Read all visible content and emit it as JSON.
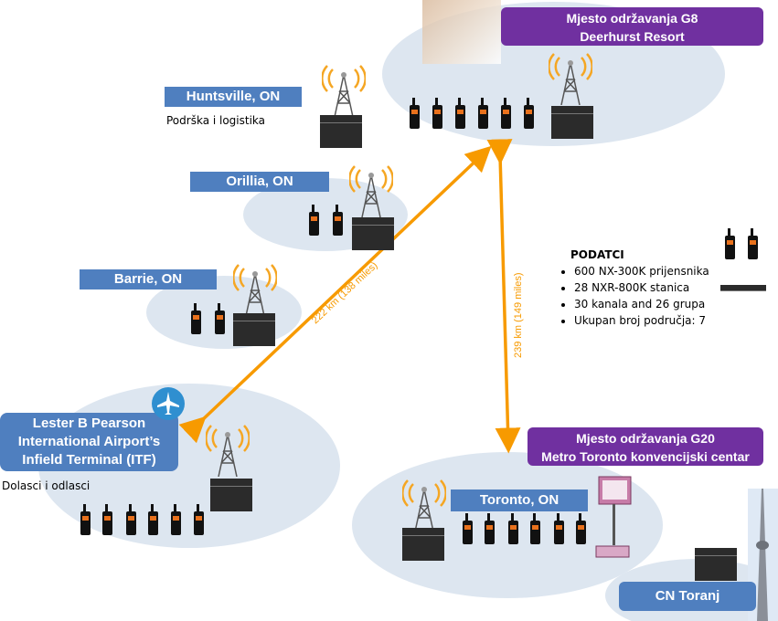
{
  "sites": {
    "g8": {
      "line1": "Mjesto održavanja G8",
      "line2": "Deerhurst Resort"
    },
    "g20": {
      "line1": "Mjesto održavanja G20",
      "line2": "Metro Toronto konvencijski centar"
    },
    "huntsville": {
      "label": "Huntsville, ON",
      "note": "Podrška i logistika"
    },
    "orillia": {
      "label": "Orillia, ON"
    },
    "barrie": {
      "label": "Barrie, ON"
    },
    "pearson": {
      "line1": "Lester B Pearson",
      "line2": "International Airport’s",
      "line3": "Infield Terminal (ITF)",
      "note": "Dolasci i odlasci"
    },
    "toronto": {
      "label": "Toronto, ON"
    },
    "cn": {
      "label": "CN Toranj"
    }
  },
  "links": {
    "diagonal": "222 km (138 miles)",
    "vertical": "239 km (149 miles)"
  },
  "data_panel": {
    "title": "PODATCI",
    "items": [
      "600 NX-300K prijensnika",
      "28 NXR-800K stanica",
      "30 kanala and 26 grupa",
      "Ukupan broj područja: 7"
    ]
  },
  "colors": {
    "site_label": "#4f7fbf",
    "venue_label": "#7030a0",
    "link": "#f79a00",
    "zone": "#dde6f0"
  },
  "icons": [
    "radio-tower-icon",
    "handheld-radio-icon",
    "repeater-icon",
    "airplane-icon",
    "computer-terminal-icon",
    "cn-tower-image",
    "resort-image"
  ]
}
